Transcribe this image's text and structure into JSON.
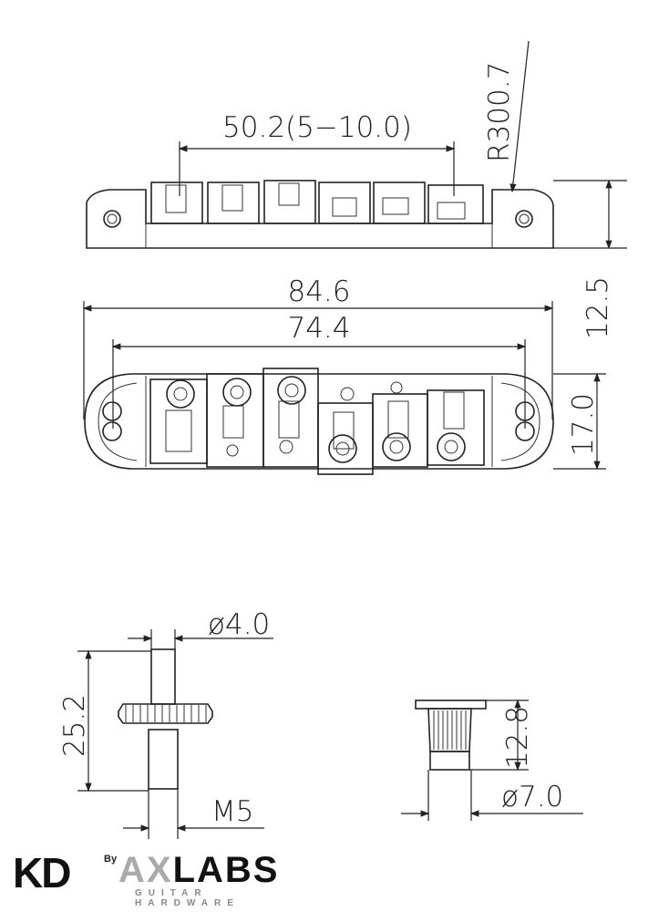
{
  "dimensions": {
    "saddle_travel": "50.2(5−10.0)",
    "radius": "R300.7",
    "overall_length": "84.6",
    "post_spacing": "74.4",
    "height": "12.5",
    "width": "17.0",
    "post_diameter": "ø4.0",
    "post_length": "25.2",
    "post_thread": "M5",
    "insert_height": "12.8",
    "insert_diameter": "ø7.0"
  },
  "logo": {
    "brand": "KD",
    "by": "By",
    "maker_part1": "AX",
    "maker_part2": "LABS",
    "tagline": "GUITAR HARDWARE"
  }
}
